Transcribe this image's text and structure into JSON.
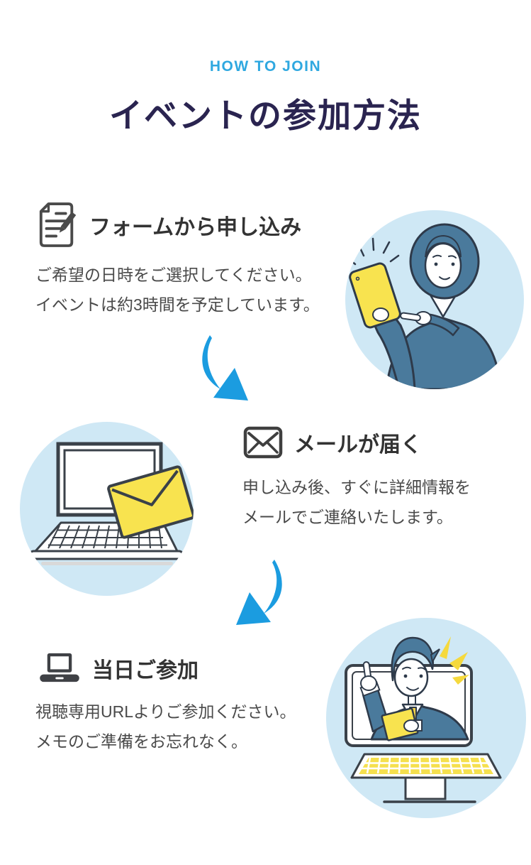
{
  "header": {
    "eyebrow": "HOW TO JOIN",
    "title": "イベントの参加方法"
  },
  "steps": [
    {
      "icon": "form-pencil-icon",
      "heading": "フォームから申し込み",
      "body_line1": "ご希望の日時をご選択してください。",
      "body_line2": "イベントは約3時間を予定しています。",
      "illustration": "woman-with-tablet"
    },
    {
      "icon": "mail-icon",
      "heading": "メールが届く",
      "body_line1": "申し込み後、すぐに詳細情報を",
      "body_line2": "メールでご連絡いたします。",
      "illustration": "laptop-with-envelope"
    },
    {
      "icon": "laptop-icon",
      "heading": "当日ご参加",
      "body_line1": "視聴専用URLよりご参加ください。",
      "body_line2": "メモのご準備をお忘れなく。",
      "illustration": "presenter-on-laptop"
    }
  ],
  "colors": {
    "accent_blue": "#2fa8e0",
    "title_navy": "#2a2450",
    "arrow_blue": "#1b9ce0",
    "circle_background": "#cfe8f5",
    "illustration_teal": "#4a7a9c",
    "illustration_yellow": "#f8e34f",
    "outline_dark": "#30394a",
    "icon_gray": "#4a4a4a",
    "heading_text": "#333333",
    "body_text": "#4a4a4a"
  }
}
